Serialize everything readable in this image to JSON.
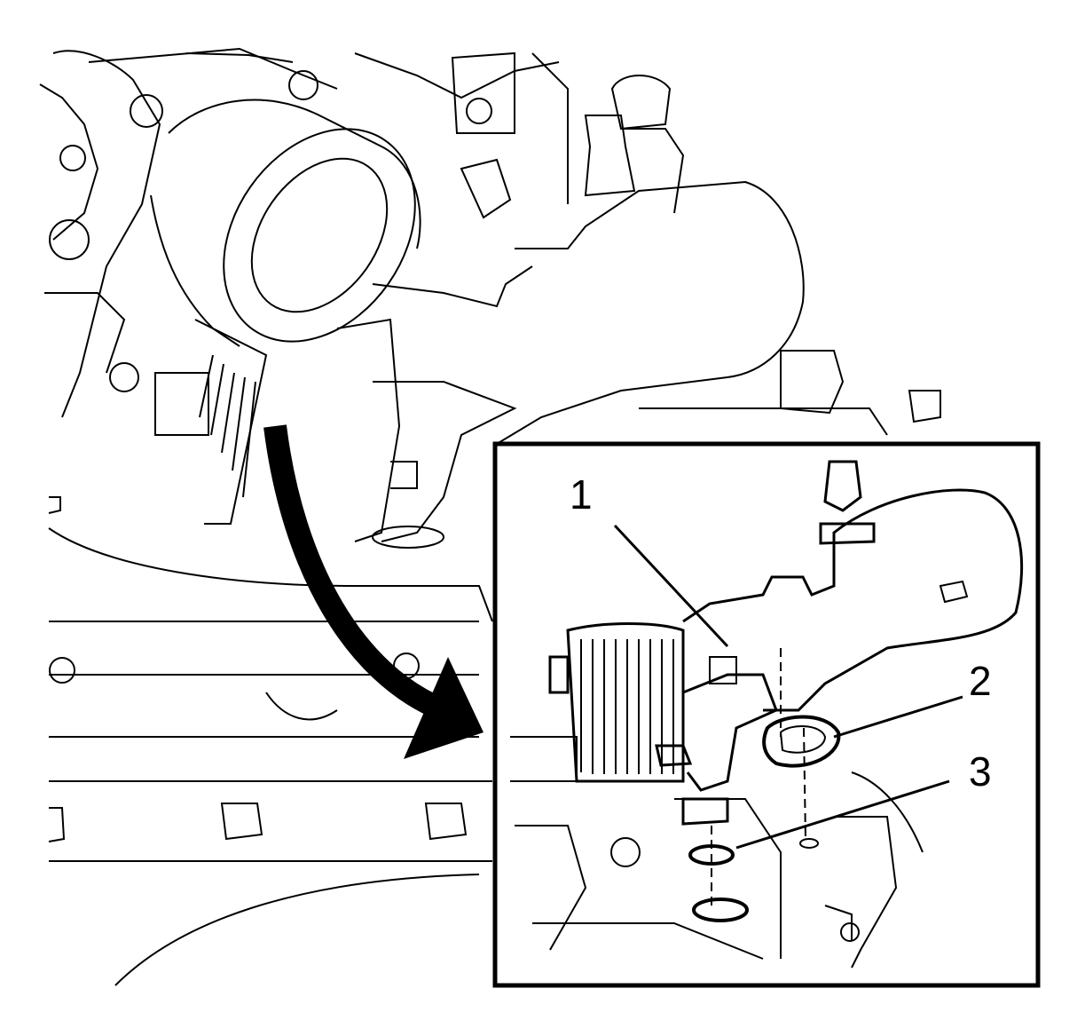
{
  "callouts": [
    {
      "id": "1",
      "label": "1"
    },
    {
      "id": "2",
      "label": "2"
    },
    {
      "id": "3",
      "label": "3"
    }
  ],
  "colors": {
    "line": "#000000",
    "background": "#ffffff"
  },
  "icons": [
    "curved-arrow-icon"
  ]
}
